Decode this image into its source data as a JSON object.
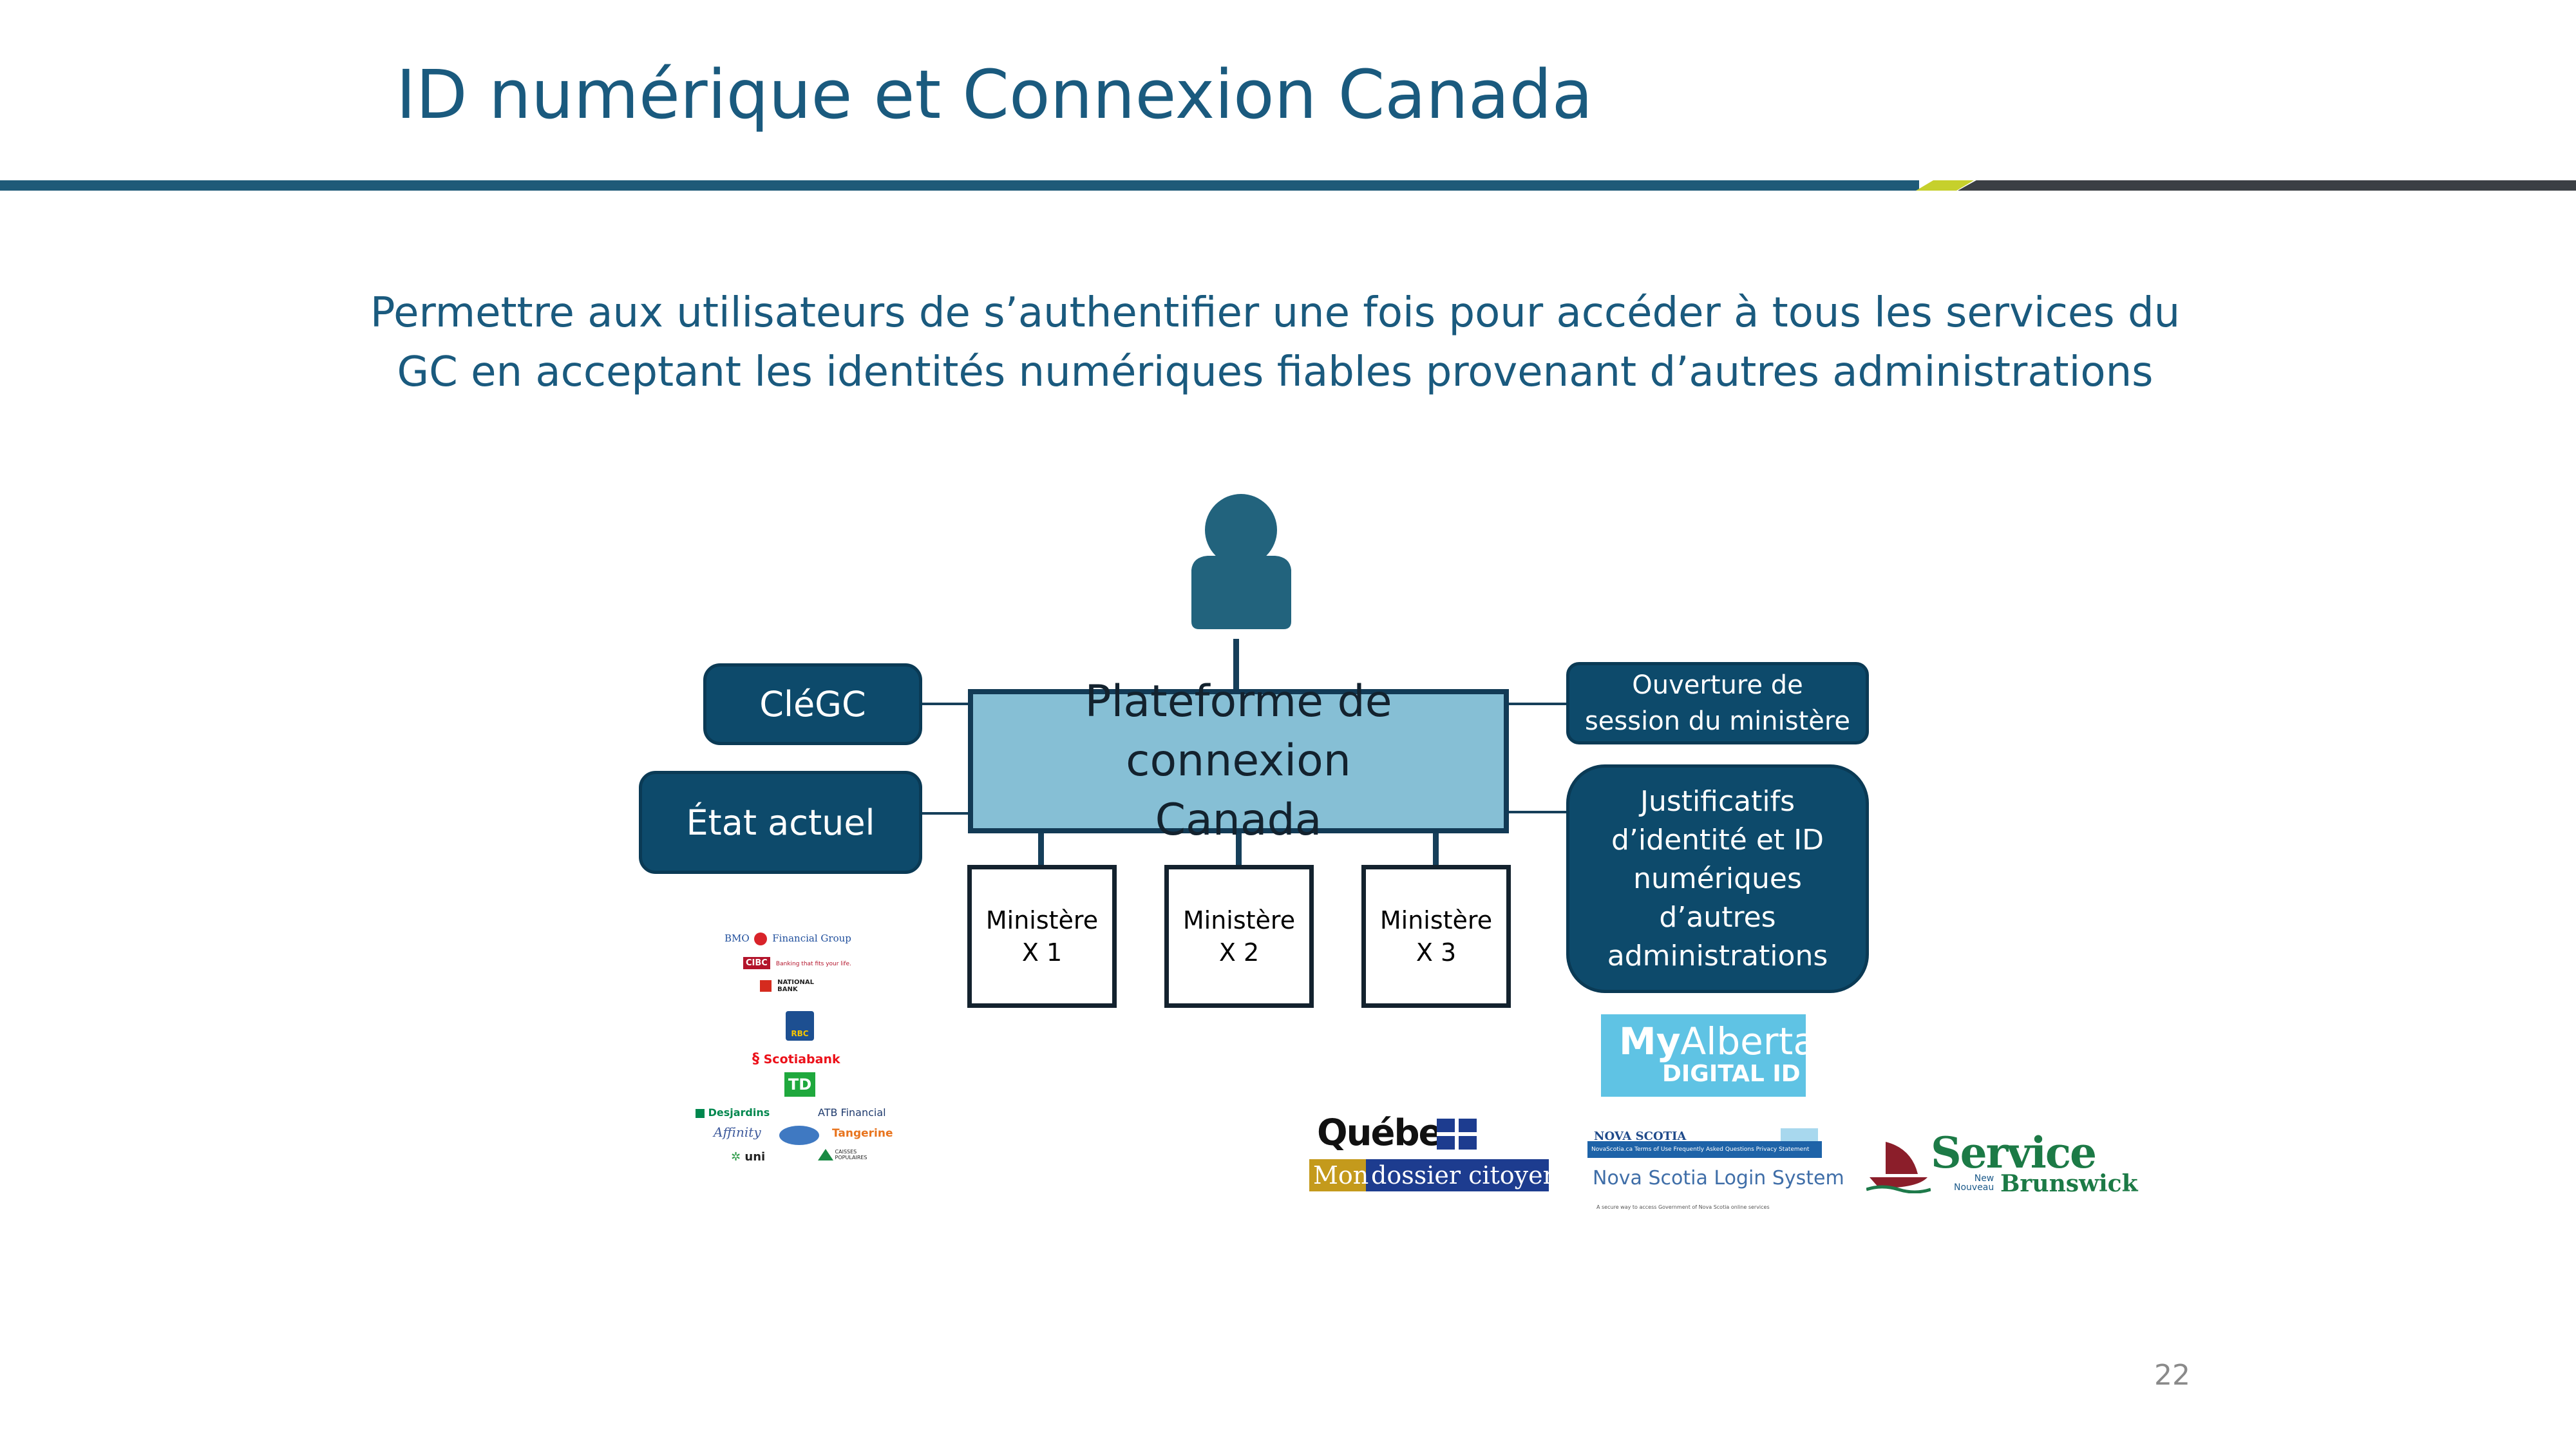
{
  "slide": {
    "title": "ID numérique et Connexion Canada",
    "subtitle_line1": "Permettre aux utilisateurs de s’authentifier une fois pour accéder à tous les services du",
    "subtitle_line2": "GC en acceptant les identités numériques fiables provenant d’autres administrations",
    "page_number": "22"
  },
  "colors": {
    "title": "#1a5a7e",
    "dark_box": "#0d4a6b",
    "platform_fill": "#86bfd5",
    "user_icon": "#22637d"
  },
  "diagram": {
    "user_icon": "person-icon",
    "platform_line1": "Plateforme de connexion",
    "platform_line2": "Canada",
    "left_boxes": [
      "CléGC",
      "État actuel"
    ],
    "right_box_top_line1": "Ouverture de",
    "right_box_top_line2": "session du ministère",
    "right_box_bottom": [
      "Justificatifs",
      "d’identité et ID",
      "numériques",
      "d’autres",
      "administrations"
    ],
    "ministries": [
      {
        "line1": "Ministère",
        "line2": "X 1"
      },
      {
        "line1": "Ministère",
        "line2": "X 2"
      },
      {
        "line1": "Ministère",
        "line2": "X 3"
      }
    ]
  },
  "bank_logos": {
    "bmo": "BMO",
    "bmo_group": "Financial Group",
    "cibc": "CIBC",
    "cibc_tagline": "Banking that fits your life.",
    "national": "NATIONAL",
    "national2": "BANK",
    "rbc": "RBC",
    "scotiabank": "Scotiabank",
    "td": "TD",
    "desjardins": "Desjardins",
    "atb": "ATB Financial",
    "affinity": "Affinity",
    "tangerine": "Tangerine",
    "uni": "uni",
    "caisses": "CAISSES",
    "populaires": "POPULAIRES"
  },
  "province_logos": {
    "myalberta_my": "My",
    "myalberta_alberta": "Alberta",
    "myalberta_digital": "DIGITAL ID",
    "quebec": "Québec",
    "quebec_mon": "Mon",
    "quebec_dossier": "dossier citoyen",
    "ns_brand": "NOVA SCOTIA",
    "ns_bar": "NovaScotia.ca    Terms of Use    Frequently Asked Questions    Privacy Statement",
    "ns_title": "Nova Scotia Login System",
    "ns_sub": "A secure way to access Government of Nova Scotia online services",
    "snb_service": "Service",
    "snb_new": "New",
    "snb_nouveau": "Nouveau",
    "snb_brunswick": "Brunswick"
  }
}
